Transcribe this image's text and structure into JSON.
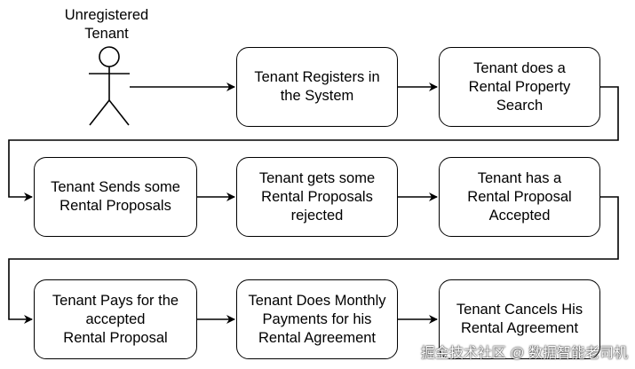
{
  "actor": {
    "label": "Unregistered\nTenant"
  },
  "steps": [
    {
      "id": "step-1",
      "label": "Tenant Registers in\nthe System"
    },
    {
      "id": "step-2",
      "label": "Tenant does a\nRental Property\nSearch"
    },
    {
      "id": "step-3",
      "label": "Tenant Sends some\nRental Proposals"
    },
    {
      "id": "step-4",
      "label": "Tenant gets some\nRental Proposals\nrejected"
    },
    {
      "id": "step-5",
      "label": "Tenant has a\nRental Proposal\nAccepted"
    },
    {
      "id": "step-6",
      "label": "Tenant Pays for the\naccepted\nRental Proposal"
    },
    {
      "id": "step-7",
      "label": "Tenant Does Monthly\nPayments for his\nRental Agreement"
    },
    {
      "id": "step-8",
      "label": "Tenant Cancels His\nRental Agreement"
    }
  ],
  "watermark": "掘金技术社区 @ 数据智能老司机",
  "colors": {
    "stroke": "#000000",
    "fill": "#ffffff"
  }
}
